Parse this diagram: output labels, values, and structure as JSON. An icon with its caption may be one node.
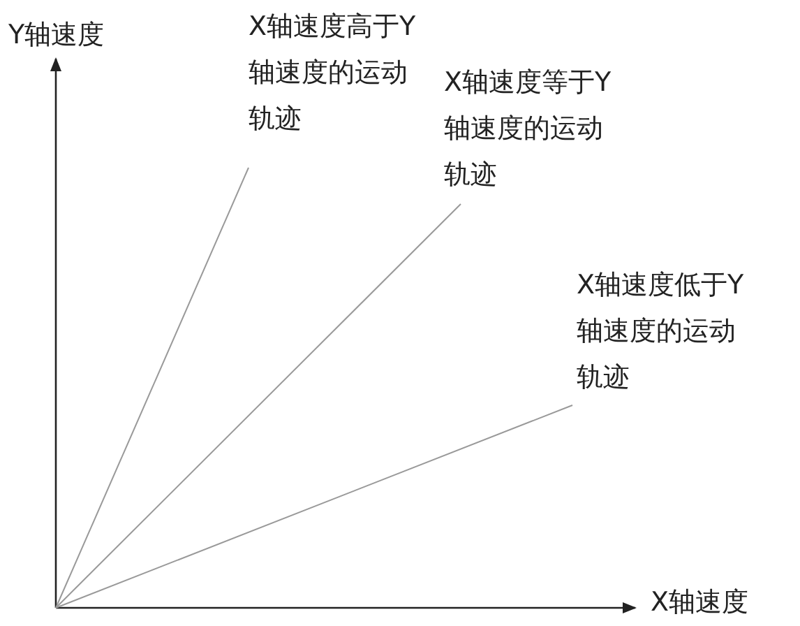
{
  "diagram": {
    "nodes": [
      {
        "text": [
          "X轴速度高于Y轴速度的运动轨迹"
        ]
      },
      {
        "text": [
          "X轴速度等于Y轴速度的运动轨迹"
        ]
      },
      {
        "text": [
          "X轴速度低于Y轴速度的运动轨迹"
        ]
      }
    ],
    "edges": [
      {
        "from": null,
        "to": 0,
        "arrow": "none"
      },
      {
        "from": null,
        "to": 1,
        "arrow": "none"
      },
      {
        "from": null,
        "to": 2,
        "arrow": "none"
      }
    ],
    "labels": [
      "Y轴速度",
      "X轴速度"
    ]
  }
}
